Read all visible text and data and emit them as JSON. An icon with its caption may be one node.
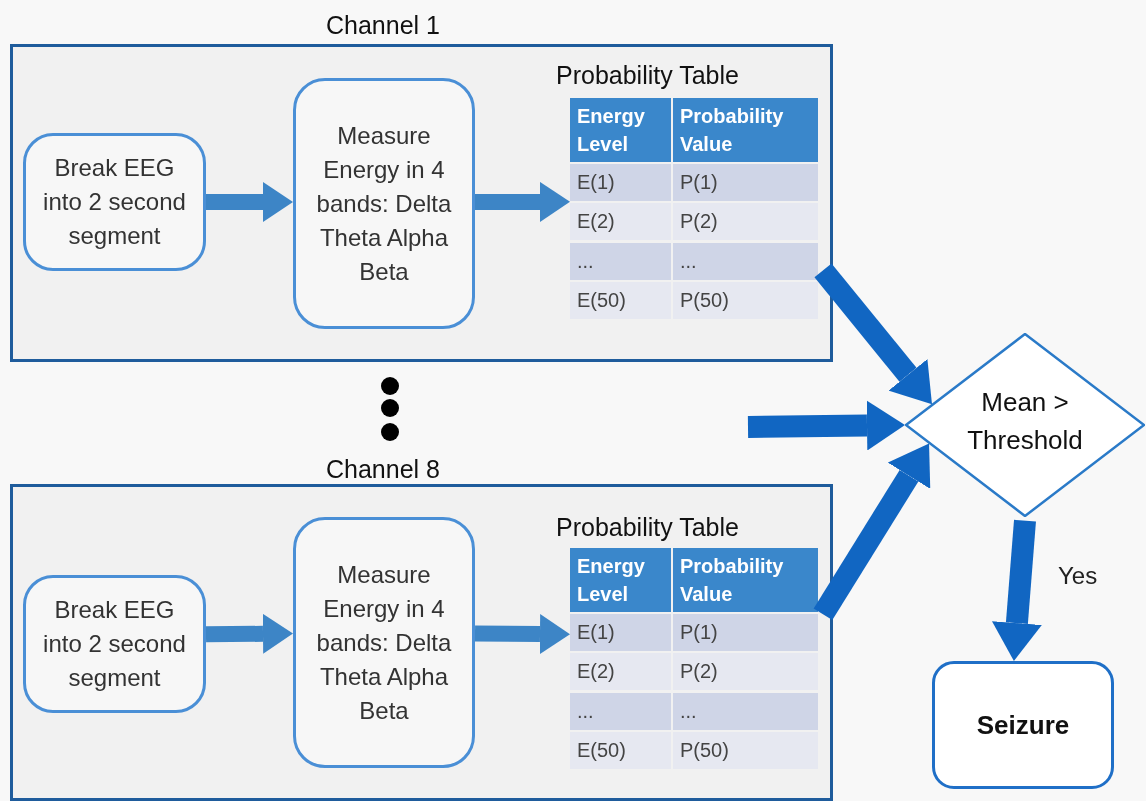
{
  "diagram": {
    "nodes": [
      {
        "text": [
          "Channel 1"
        ]
      },
      {
        "text": [
          "Break EEG into 2 second segment"
        ],
        "in": 0
      },
      {
        "text": [
          "Measure Energy in 4 bands: Delta Theta Alpha Beta"
        ],
        "in": 0
      },
      {
        "text": [
          "Probability Table"
        ],
        "in": 0
      },
      {
        "text": [
          "Channel 8"
        ]
      },
      {
        "text": [
          "Break EEG into 2 second segment"
        ],
        "in": 4
      },
      {
        "text": [
          "Measure Energy in 4 bands: Delta Theta Alpha Beta"
        ],
        "in": 4
      },
      {
        "text": [
          "Probability Table"
        ],
        "in": 4
      },
      {
        "text": [
          "Mean > Threshold"
        ]
      },
      {
        "text": [
          "Seizure"
        ]
      }
    ],
    "edges": [
      {
        "from": 1,
        "to": 2,
        "arrow": "to"
      },
      {
        "from": 2,
        "to": 3,
        "arrow": "to"
      },
      {
        "from": 5,
        "to": 6,
        "arrow": "to"
      },
      {
        "from": 6,
        "to": 7,
        "arrow": "to"
      },
      {
        "from": 3,
        "to": 8,
        "arrow": "to",
        "color": "#1166c2"
      },
      {
        "from": null,
        "to": 8,
        "arrow": "to",
        "color": "#1166c2"
      },
      {
        "from": 7,
        "to": 8,
        "arrow": "to",
        "color": "#1166c2"
      },
      {
        "from": 8,
        "to": 9,
        "arrow": "to",
        "label": "Yes",
        "color": "#1166c2"
      }
    ],
    "labels": [
      "Energy Level",
      "Probability Value",
      "E(1)",
      "P(1)",
      "E(2)",
      "P(2)",
      "...",
      "...",
      "E(50)",
      "P(50)",
      "Energy Level",
      "Probability Value",
      "E(1)",
      "P(1)",
      "E(2)",
      "P(2)",
      "...",
      "...",
      "E(50)",
      "P(50)"
    ]
  }
}
